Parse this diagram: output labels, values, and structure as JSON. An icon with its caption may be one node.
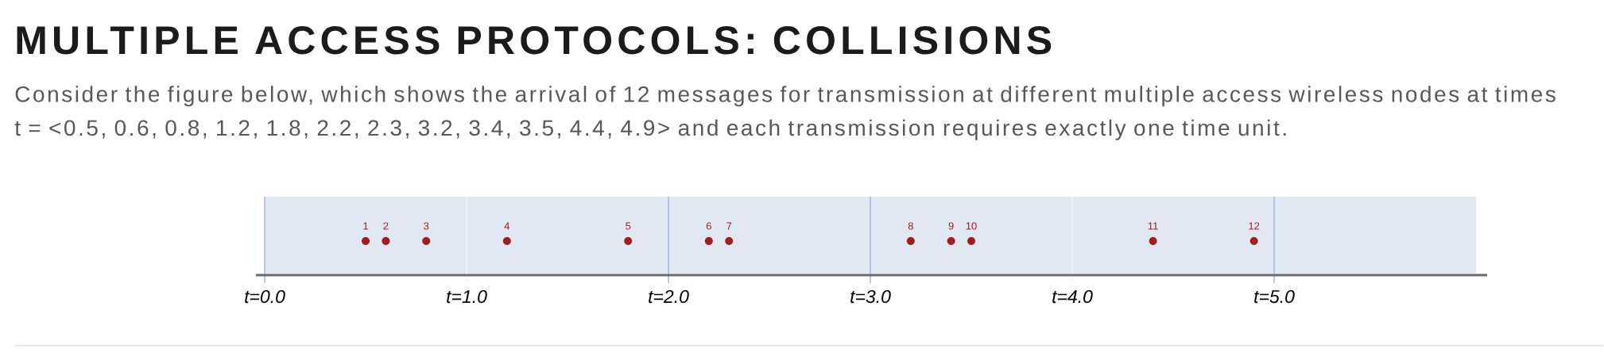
{
  "diagram": {
    "title": "MULTIPLE ACCESS PROTOCOLS: COLLISIONS",
    "labels": [
      "Consider the figure below, which shows the arrival of 12 messages for transmission at different multiple access wireless nodes at times t = <0.5, 0.6, 0.8, 1.2, 1.8, 2.2, 2.3, 3.2, 3.4, 3.5, 4.4, 4.9> and each transmission requires exactly one time unit.",
      "1",
      "2",
      "3",
      "4",
      "5",
      "6",
      "7",
      "8",
      "9",
      "10",
      "11",
      "12",
      "t=0.0",
      "t=1.0",
      "t=2.0",
      "t=3.0",
      "t=4.0",
      "t=5.0"
    ]
  }
}
